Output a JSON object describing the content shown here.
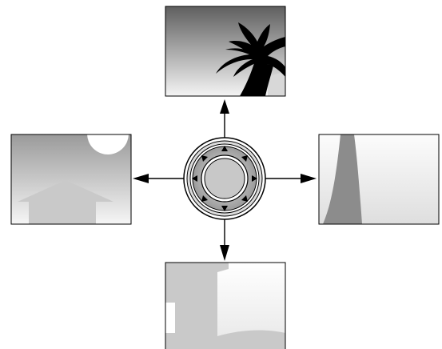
{
  "diagram": {
    "kind": "camera-pan-directions",
    "controller": {
      "icon": "multi-directional-controller",
      "directions": [
        "up",
        "down",
        "left",
        "right",
        "up-left",
        "up-right",
        "down-left",
        "down-right"
      ]
    },
    "panels": [
      {
        "direction": "up",
        "scene": "dark-gradient-sky-with-black-palm-silhouette"
      },
      {
        "direction": "left",
        "scene": "light-sky-with-sun-and-house-roof"
      },
      {
        "direction": "right",
        "scene": "gray-wall-edge-on-light-background"
      },
      {
        "direction": "down",
        "scene": "light-gray-building-wall"
      }
    ],
    "colors": {
      "stroke": "#000000",
      "panel_dark": "#6f6f6f",
      "panel_light": "#f2f2f2",
      "shape_mid": "#c9c9c9",
      "shape_dark": "#8c8c8c",
      "silhouette": "#000000"
    }
  }
}
